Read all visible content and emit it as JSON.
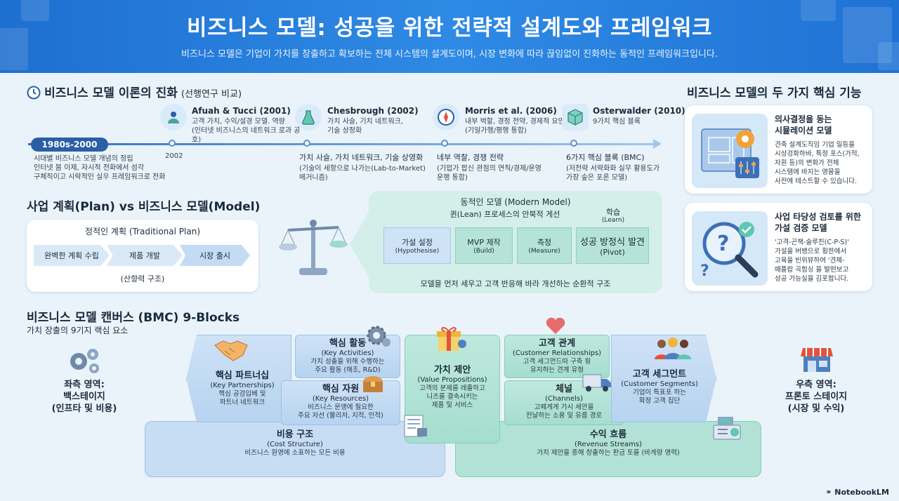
{
  "header": {
    "title": "비즈니스 모델: 성공을 위한 전략적 설계도와 프레임워크",
    "subtitle": "비즈니스 모델은 기업이 가치를 창출하고 확보하는 전체 시스템의 설계도이며, 시장 변화에 따라 끊임없이 진화하는 동적인 프레임워크입니다."
  },
  "evolution": {
    "title": "비즈니스 모델 이론의 진화",
    "title_note": "(선행연구 비교)",
    "era_label": "1980s-2000",
    "era_text": "시대별 비즈니스 모델 개념의 정립\n인터넷 붐 이제, 자시적 전화에서 섬각\n구체직이고 시락적인 실우 프레임워크로 전화",
    "year_2002": "2002",
    "items": [
      {
        "name": "Afuah & Tucci (2001)",
        "desc": "고객 가치, 수익/설경 모델. 역량\n(인터넷 비즈니스의 네트워크 로과 공호)",
        "icon": "people-icon"
      },
      {
        "name": "Chesbrough (2002)",
        "desc": "가치 사슬, 기치 네트워크,\n기술 상정화",
        "icon": "flask-icon",
        "below": "가치 사슬, 가치 네트워크, 기술 상영화",
        "below_sub": "(기술이 세항으로 나가는(Lab-to-Market)\n메거니즘)"
      },
      {
        "name": "Morris et al. (2006)",
        "desc": "내부 벅할, 경정 전약, 경제적 요인\n(기일가행/평행 통합)",
        "icon": "compass-icon",
        "below": "네부 역찰, 경쟁 전략",
        "below_sub": "(기업가 팝신 관점의 연직/경제/운영\n운행 통합)"
      },
      {
        "name": "Osterwalder (2010)",
        "desc": "9가치 핵심 블록",
        "icon": "cube-icon",
        "below": "6가지 핵심 블록 (BMC)",
        "below_sub": "(저전략 서략화화 실무 활용도가\n가장 숲은 포론 모델)"
      }
    ]
  },
  "plan_vs_model": {
    "title": "사업 계획(Plan) vs 비즈니스 모델(Model)",
    "plan": {
      "title": "정적인 계획 (Traditional Plan)",
      "steps": [
        "완벽한 계획 수립",
        "제품 개발",
        "시장 출시"
      ],
      "footer": "(산향력 구조)"
    },
    "model": {
      "title": "동적인 모델 (Modern Model)",
      "subtitle": "퀸(Lean) 프로세스의 안북적 게선",
      "learn": "학습",
      "learn_en": "(Learn)",
      "steps": [
        {
          "ko": "가설 설정",
          "en": "(Hypothesise)"
        },
        {
          "ko": "MVP 제작",
          "en": "(Build)"
        },
        {
          "ko": "측정",
          "en": "(Measure)"
        },
        {
          "ko": "성공 방정식 발견",
          "en": "(Pivot)"
        }
      ],
      "footer": "모델을 먼저 세우고 고객 반응해 바라 개선하는 순환적 구조"
    }
  },
  "functions": {
    "title": "비즈니스 모델의 두 가지 핵심 기능",
    "cards": [
      {
        "title": "의사결정을 동는\n시뮬레이션 모델",
        "body": "견축 설계도직임 기업 일등을\n시상겅화하바, 특정 포스(가적,\n자원 등)의 변화가 전체\n시스템에 바지는 영뮹을\n사전에 테스트할 수 있습니다.",
        "icon": "blueprint-icon"
      },
      {
        "title": "사업 타당성 검토를 위한\n가설 검증 모델",
        "body": "'고격-곤책-술루친(C-P-S)'\n가설을 버뱅으로 횡한에서\n고육을 빈위뷰하여 '견체-\n때플랍 곡험싱 을 발떤보고\n성공 가능실을 김포합니다.",
        "icon": "magnifier-question-icon"
      }
    ]
  },
  "bmc": {
    "title": "비즈니스 모델 캔버스 (BMC) 9-Blocks",
    "subtitle": "가치 장출의 9기지 랙심 요소",
    "left_label": "좌측 영역:\n백스테이지\n(인프타 및 비용)",
    "right_label": "우측 영역:\n프론토 스테이지\n(시장 및 수익)",
    "blocks": {
      "partners": {
        "ko": "핵심 파트너십",
        "en": "(Key Partnerships)",
        "desc": "핵심 공검입베 및\n파트너 네트워크"
      },
      "activities": {
        "ko": "핵심 활동",
        "en": "(Key Activities)",
        "desc": "가치 성출을 위해 수행하는\n주요 활동 (해조, R&D)"
      },
      "resources": {
        "ko": "핵심 자원",
        "en": "(Key Resources)",
        "desc": "비즈니스 문앵에 필요한\n주요 자선 (물리저, 지적, 인적)"
      },
      "value": {
        "ko": "가치 제안",
        "en": "(Value Propositions)",
        "desc": "고객의 분제를 레졸하고\n니즈를 결속시키는\n제품 및 서비스"
      },
      "relationships": {
        "ko": "고객 관계",
        "en": "(Customer Relationships)",
        "desc": "고객 세그먼드따 구축 뒹\n유지하는 견계 유형"
      },
      "channels": {
        "ko": "체널",
        "en": "(Channels)",
        "desc": "고페게게 가시 세안을\n전날하는 소용 및 유름 경로"
      },
      "segments": {
        "ko": "고객 세그먼트",
        "en": "(Customer Segments)",
        "desc": "기업이 특표포 하는\n확정 고객 집단"
      },
      "cost": {
        "ko": "비용 구조",
        "en": "(Cost Structure)",
        "desc": "비즈니스 원영에 소표하는 모든 비용"
      },
      "revenue": {
        "ko": "수익 흐름",
        "en": "(Revenue Streams)",
        "desc": "가치 제안을 종해 창출하는 판금 토를 (바게량 영력)"
      }
    }
  },
  "footer": {
    "brand": "NotebookLM"
  },
  "colors": {
    "header": "#1e6fd0",
    "teal": "#bfe9dd",
    "blue": "#cfe2f6",
    "background": "#eaf3fa"
  }
}
